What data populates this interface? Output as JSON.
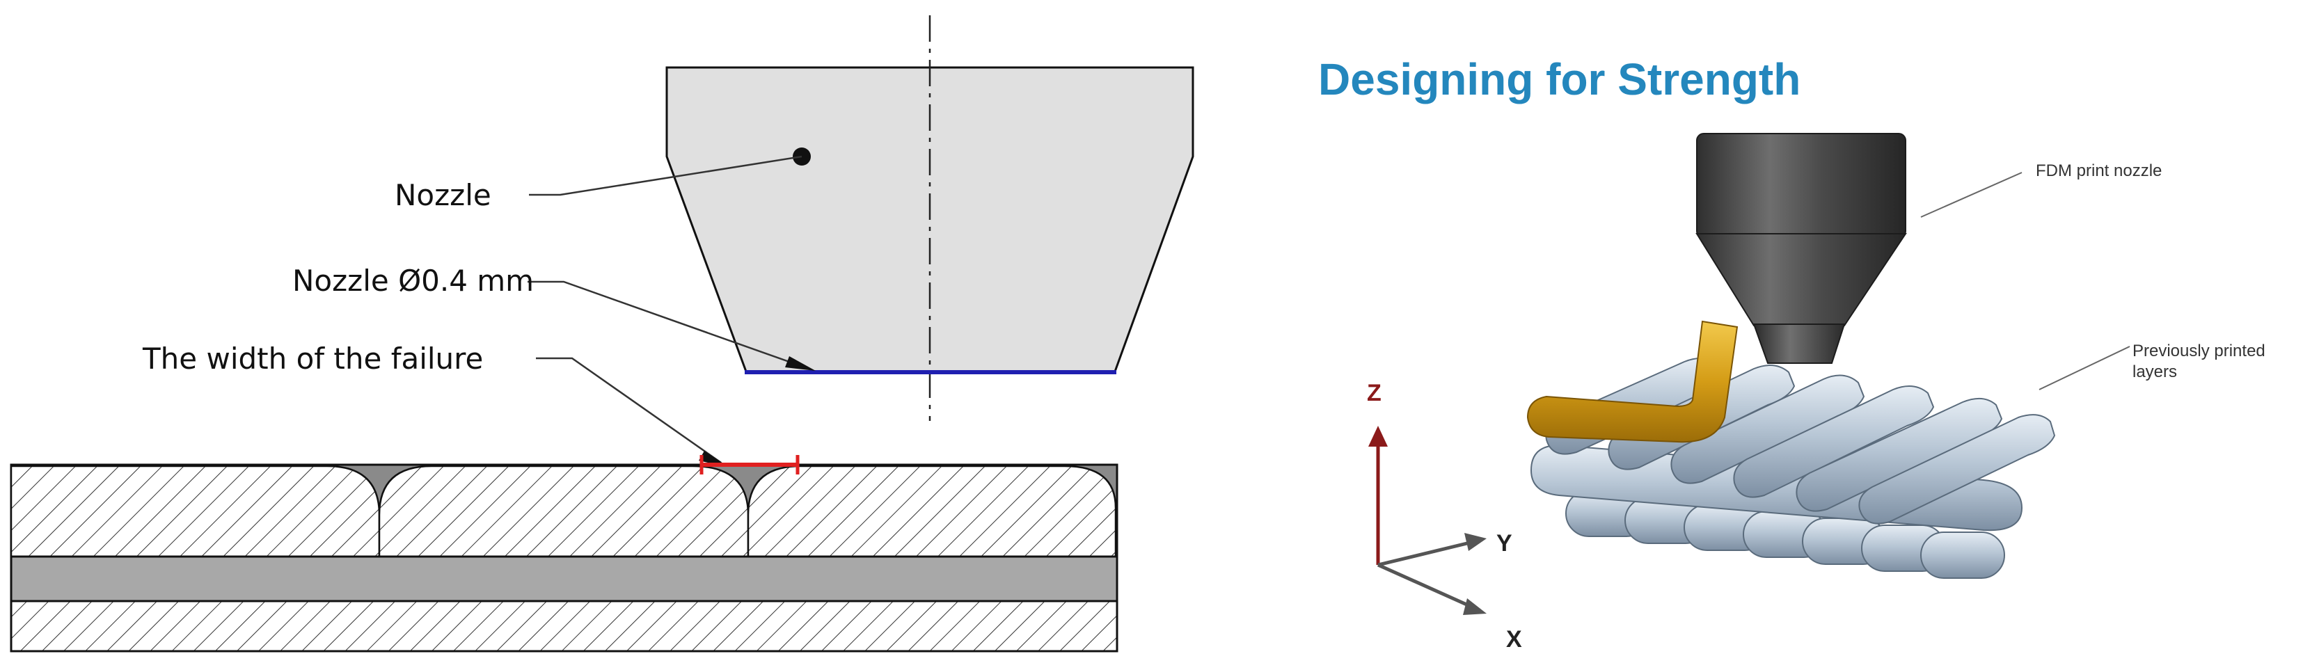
{
  "left_diagram": {
    "labels": {
      "nozzle": "Nozzle",
      "nozzle_diameter": "Nozzle Ø0.4 mm",
      "failure_width": "The width of the failure"
    },
    "colors": {
      "nozzle_fill": "#e0e0e0",
      "nozzle_tip_line": "#1f1fb0",
      "failure_marker": "#e02020",
      "gap_fill": "#8a8a8a",
      "middle_layer": "#a8a8a8"
    }
  },
  "right_diagram": {
    "title": "Designing for Strength",
    "labels": {
      "print_nozzle": "FDM print nozzle",
      "previous_layers_line1": "Previously printed",
      "previous_layers_line2": "layers"
    },
    "axes": {
      "z": "Z",
      "y": "Y",
      "x": "X"
    },
    "colors": {
      "title": "#2487bd",
      "z_axis": "#8b1a1a",
      "xy_axes": "#555555",
      "filament": "#d4a21a",
      "layers": "#b9c7d6",
      "nozzle": "#454545"
    }
  }
}
